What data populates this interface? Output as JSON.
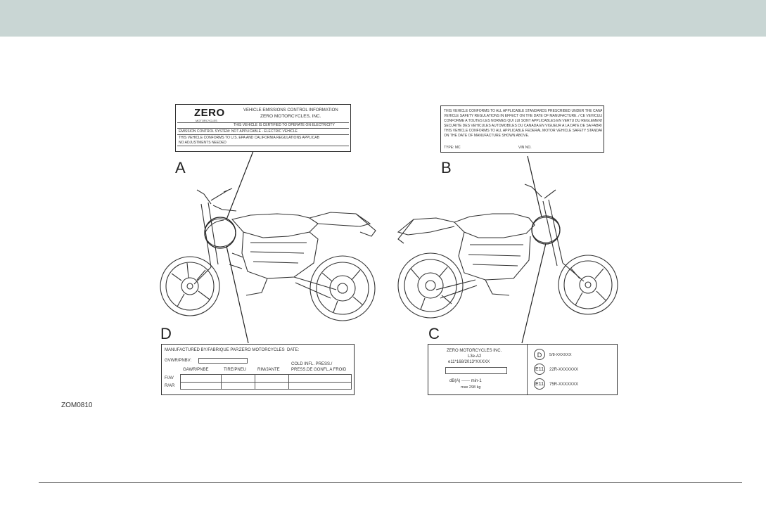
{
  "figure_code": "ZOM0810",
  "callouts": [
    "A",
    "B",
    "C",
    "D"
  ],
  "label_a": {
    "logo_text": "ZERO",
    "logo_subtext": "MOTORCYCLES",
    "heading": "VEHICLE EMISSIONS CONTROL INFORMATION",
    "company": "ZERO MOTORCYCLES, INC.",
    "lines": [
      "THIS VEHICLE IS CERTIFIED TO OPERATE ON ELECTRICITY",
      "EMISSION CONTROL SYSTEM: NOT APPLICABLE - ELECTRIC VEHICLE",
      "THIS VEHICLE CONFORMS TO U.S. EPA AND CALIFORNIA REGULATIONS APPLICABLE TO",
      "NO ADJUSTMENTS NEEDED"
    ]
  },
  "label_b": {
    "lines": [
      "THIS VEHICLE CONFORMS TO ALL APPLICABLE STANDARDS PRESCRIBED UNDER THE CANADIAN MOTOR",
      "VEHICLE SAFETY REGULATIONS IN EFFECT ON THE DATE OF MANUFACTURE. / CE VEHICULE EST",
      "CONFORME A TOUTES LES NORMES QUI LUI SONT APPLICABLES EN VERTU DU REGLEMENT SUR LA",
      "SECURITE DES VEHICULES AUTOMOBILES DU CANADA EN VIGUEUR A LA DATE DE SA FABRICATION.",
      "THIS VEHICLE CONFORMS TO ALL APPLICABLE FEDERAL MOTOR VEHICLE SAFETY STANDARDS IN EFFECT",
      "ON THE DATE OF MANUFACTURE SHOWN ABOVE."
    ],
    "type_label": "TYPE: MC",
    "vin_label": "VIN NO."
  },
  "label_c": {
    "company": "ZERO MOTORCYCLES INC.",
    "model": "L3e-A2",
    "approval": "e11*168/2013*XXXXX",
    "rpm": "dB(A) ------ min-1",
    "mass": "max 298 kg",
    "marks": [
      {
        "code": "D",
        "text": "5/8-XXXXXX"
      },
      {
        "code": "E11",
        "text": "22R-XXXXXXX"
      },
      {
        "code": "E11",
        "text": "75R-XXXXXXX"
      }
    ]
  },
  "label_d": {
    "row1": [
      "MANUFACTURED BY/FABRIQUE PAR:",
      "ZERO MOTORCYCLES",
      "DATE:"
    ],
    "gvwr": "GVWR/PNBV:",
    "cold": "COLD INFL. PRESS./",
    "headers": [
      "GAWR/PNBE",
      "TIRE/PNEU",
      "RIM/JANTE",
      "PRESS.DE GONFL.A FROID"
    ],
    "rows": [
      "F/AV",
      "R/AR"
    ]
  }
}
